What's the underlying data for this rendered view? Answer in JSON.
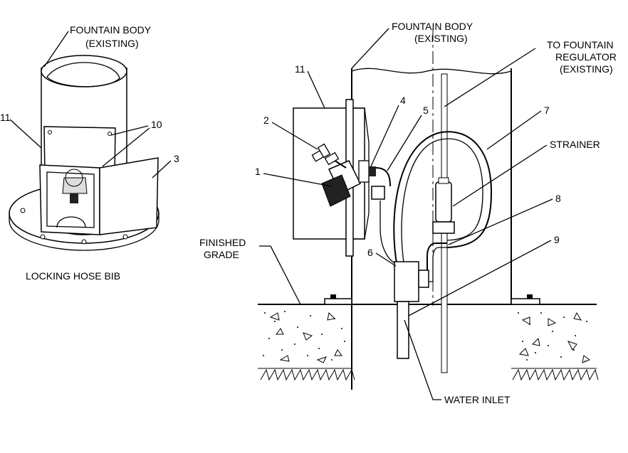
{
  "labels": {
    "fountain_body_left": "FOUNTAIN BODY",
    "existing_left": "(EXISTING)",
    "locking_hose_bib": "LOCKING HOSE BIB",
    "fountain_body_right": "FOUNTAIN BODY",
    "existing_right": "(EXISTING)",
    "to_fountain": "TO FOUNTAIN",
    "regulator": "REGULATOR",
    "existing_reg": "(EXISTING)",
    "strainer": "STRAINER",
    "finished": "FINISHED",
    "grade": "GRADE",
    "water_inlet": "WATER INLET"
  },
  "callouts": {
    "c11_left": "11",
    "c10": "10",
    "c3": "3",
    "c11_right": "11",
    "c2": "2",
    "c1": "1",
    "c4": "4",
    "c5": "5",
    "c7": "7",
    "c8": "8",
    "c9": "9",
    "c6": "6"
  }
}
